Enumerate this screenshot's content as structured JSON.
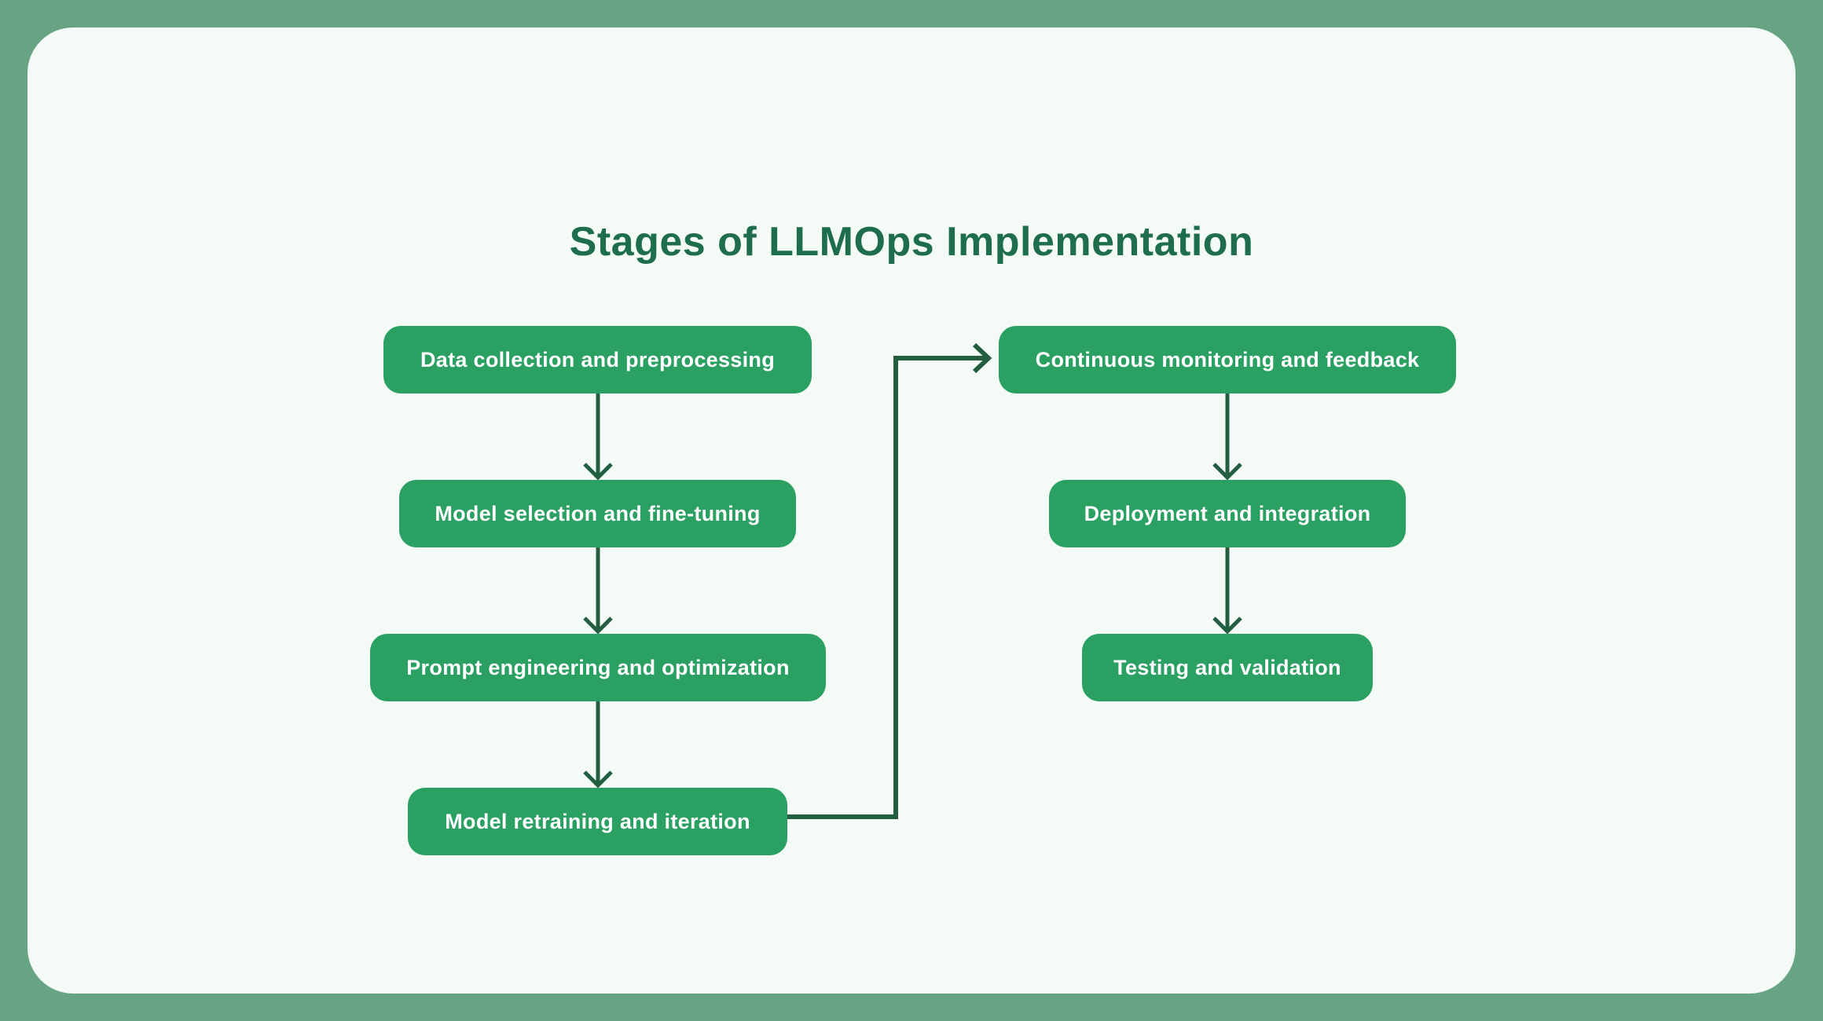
{
  "title": "Stages of LLMOps Implementation",
  "diagram": {
    "type": "flowchart",
    "nodes": [
      {
        "id": "data-collection-and-preprocessing",
        "label": "Data collection and preprocessing"
      },
      {
        "id": "model-selection-and-fine-tuning",
        "label": "Model selection and fine-tuning"
      },
      {
        "id": "prompt-engineering-and-optimization",
        "label": "Prompt engineering and optimization"
      },
      {
        "id": "model-retraining-and-iteration",
        "label": "Model retraining and iteration"
      },
      {
        "id": "continuous-monitoring-and-feedback",
        "label": "Continuous monitoring and feedback"
      },
      {
        "id": "deployment-and-integration",
        "label": "Deployment and integration"
      },
      {
        "id": "testing-and-validation",
        "label": "Testing and validation"
      }
    ],
    "edges": [
      {
        "from": "data-collection-and-preprocessing",
        "to": "model-selection-and-fine-tuning"
      },
      {
        "from": "model-selection-and-fine-tuning",
        "to": "prompt-engineering-and-optimization"
      },
      {
        "from": "prompt-engineering-and-optimization",
        "to": "model-retraining-and-iteration"
      },
      {
        "from": "model-retraining-and-iteration",
        "to": "continuous-monitoring-and-feedback"
      },
      {
        "from": "continuous-monitoring-and-feedback",
        "to": "deployment-and-integration"
      },
      {
        "from": "deployment-and-integration",
        "to": "testing-and-validation"
      }
    ]
  },
  "colors": {
    "frame": "#67a483",
    "card_background": "#f4faf6",
    "node_fill": "#2aa062",
    "node_text": "#ffffff",
    "title_text": "#1e6e4c",
    "connector": "#235e41"
  }
}
